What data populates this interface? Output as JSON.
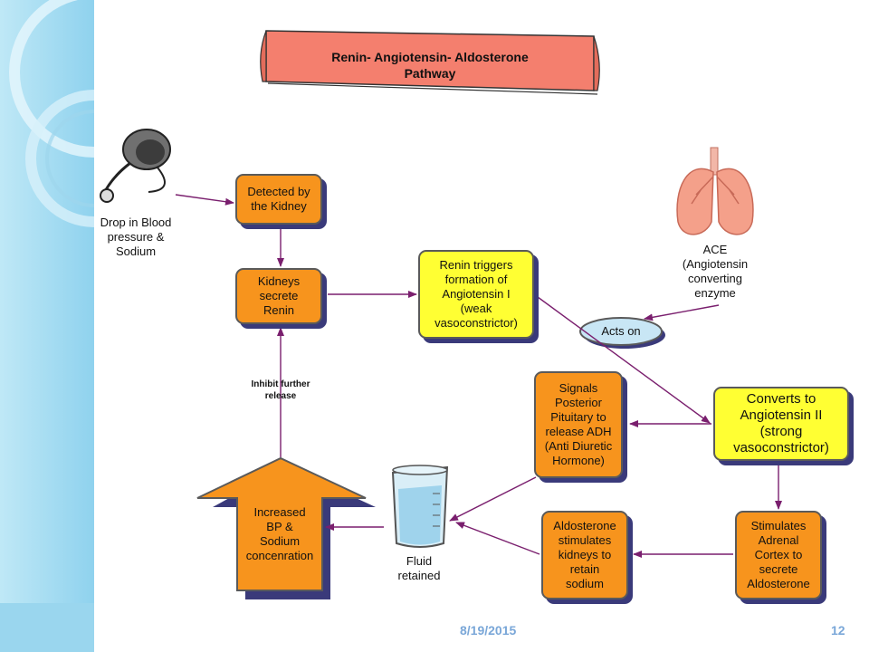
{
  "title": {
    "line1": "Renin- Angiotensin- Aldosterone",
    "line2": "Pathway"
  },
  "labels": {
    "drop": [
      "Drop in Blood",
      "pressure &",
      "Sodium"
    ],
    "ace": [
      "ACE",
      "(Angiotensin",
      "converting",
      "enzyme"
    ],
    "inhibit": [
      "Inhibit further",
      "release"
    ],
    "fluid": [
      "Fluid",
      "retained"
    ]
  },
  "boxes": {
    "detected": [
      "Detected by",
      "the Kidney"
    ],
    "kidneys": [
      "Kidneys",
      "secrete",
      "Renin"
    ],
    "renin": [
      "Renin triggers",
      "formation of",
      "Angiotensin I",
      "(weak",
      "vasoconstrictor)"
    ],
    "acts_on": "Acts on",
    "converts": [
      "Converts to",
      "Angiotensin II",
      "(strong",
      "vasoconstrictor)"
    ],
    "signals": [
      "Signals",
      "Posterior",
      "Pituitary to",
      "release ADH",
      "(Anti Diuretic",
      "Hormone)"
    ],
    "aldosterone": [
      "Aldosterone",
      "stimulates",
      "kidneys to",
      "retain",
      "sodium"
    ],
    "stimulates": [
      "Stimulates",
      "Adrenal",
      "Cortex to",
      "secrete",
      "Aldosterone"
    ],
    "increased": [
      "Increased",
      "BP  &",
      "Sodium",
      "concenration"
    ]
  },
  "footer": {
    "date": "8/19/2015",
    "page": "12"
  },
  "colors": {
    "orange": "#f7941d",
    "yellow": "#ffff33",
    "banner": "#f47f6e",
    "oval": "#c8e6f5",
    "arrow": "#7a1f6e",
    "sidebar": "#a9dcf0"
  }
}
